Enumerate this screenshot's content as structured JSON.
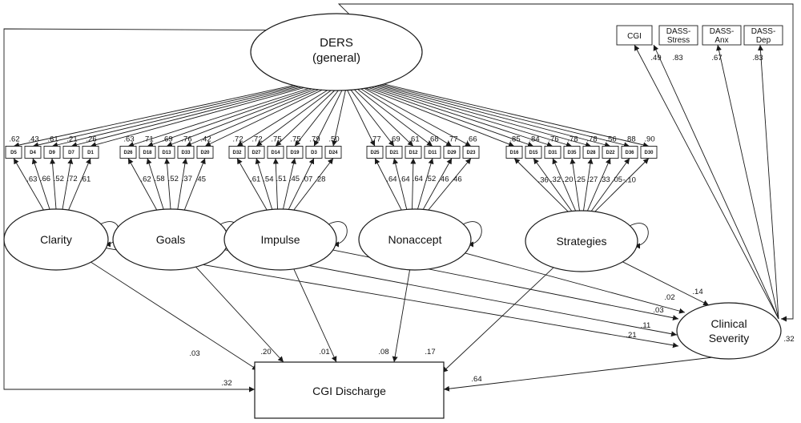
{
  "ders": {
    "line1": "DERS",
    "line2": "(general)"
  },
  "factors": [
    {
      "key": "clarity",
      "label": "Clarity",
      "items": [
        {
          "code": "D5",
          "loading": ".63",
          "top": ".62"
        },
        {
          "code": "D4",
          "loading": ".66",
          "top": ".43"
        },
        {
          "code": "D9",
          "loading": ".52",
          "top": ".61"
        },
        {
          "code": "D7",
          "loading": ".72",
          "top": ".21"
        },
        {
          "code": "D1",
          "loading": ".61",
          "top": ".26"
        }
      ]
    },
    {
      "key": "goals",
      "label": "Goals",
      "items": [
        {
          "code": "D26",
          "loading": ".62",
          "top": ".63"
        },
        {
          "code": "D18",
          "loading": ".58",
          "top": ".71"
        },
        {
          "code": "D13",
          "loading": ".52",
          "top": ".69"
        },
        {
          "code": "D33",
          "loading": ".37",
          "top": ".76"
        },
        {
          "code": "D20",
          "loading": ".45",
          "top": ".42"
        }
      ]
    },
    {
      "key": "impulse",
      "label": "Impulse",
      "items": [
        {
          "code": "D32",
          "loading": ".61",
          "top": ".72"
        },
        {
          "code": "D27",
          "loading": ".54",
          "top": ".72"
        },
        {
          "code": "D14",
          "loading": ".51",
          "top": ".75"
        },
        {
          "code": "D19",
          "loading": ".45",
          "top": ".75"
        },
        {
          "code": "D3",
          "loading": ".07",
          "top": ".79"
        },
        {
          "code": "D24",
          "loading": ".28",
          "top": ".50"
        }
      ]
    },
    {
      "key": "nonaccept",
      "label": "Nonaccept",
      "items": [
        {
          "code": "D25",
          "loading": ".64",
          "top": ".77"
        },
        {
          "code": "D21",
          "loading": ".64",
          "top": ".69"
        },
        {
          "code": "D12",
          "loading": ".64",
          "top": ".61"
        },
        {
          "code": "D11",
          "loading": ".52",
          "top": ".68"
        },
        {
          "code": "D29",
          "loading": ".46",
          "top": ".77"
        },
        {
          "code": "D23",
          "loading": ".46",
          "top": ".66"
        }
      ]
    },
    {
      "key": "strategies",
      "label": "Strategies",
      "items": [
        {
          "code": "D16",
          "loading": ".36",
          "top": ".85"
        },
        {
          "code": "D15",
          "loading": ".32",
          "top": ".84"
        },
        {
          "code": "D31",
          "loading": ".20",
          "top": ".76"
        },
        {
          "code": "D35",
          "loading": ".25",
          "top": ".78"
        },
        {
          "code": "D28",
          "loading": ".27",
          "top": ".78"
        },
        {
          "code": "D22",
          "loading": ".33",
          "top": ".56"
        },
        {
          "code": "D36",
          "loading": ".05",
          "top": ".88"
        },
        {
          "code": "D30",
          "loading": "-.10",
          "top": ".90"
        }
      ]
    }
  ],
  "indicators": [
    {
      "code": "CGI",
      "loading": ".49"
    },
    {
      "code": "DASS-\nStress",
      "loading": ".83"
    },
    {
      "code": "DASS-\nAnx",
      "loading": ".67"
    },
    {
      "code": "DASS-\nDep",
      "loading": ".83"
    }
  ],
  "clinical": {
    "line1": "Clinical",
    "line2": "Severity"
  },
  "outcome": {
    "label": "CGI Discharge"
  },
  "paths_to_severity": {
    "clarity": ".21",
    "goals": ".11",
    "impulse": ".03",
    "nonaccept": ".02",
    "strategies": ".14"
  },
  "paths_to_outcome": {
    "clarity": ".03",
    "goals": ".20",
    "impulse": ".01",
    "nonaccept": ".08",
    "strategies": ".17"
  },
  "severity_to_outcome": ".64",
  "ders_to_outcome": ".32",
  "ders_to_severity": ".32"
}
